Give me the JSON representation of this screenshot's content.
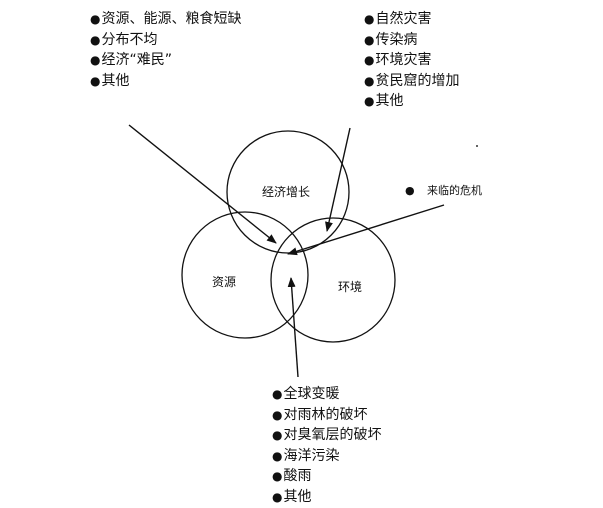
{
  "lists": {
    "top_left": [
      "资源、能源、粮食短缺",
      "分布不均",
      "经济“难民”",
      "其他"
    ],
    "top_right": [
      "自然灾害",
      "传染病",
      "环境灾害",
      "贫民窟的增加",
      "其他"
    ],
    "bottom": [
      "全球变暖",
      "对雨林的破坏",
      "对臭氧层的破坏",
      "海洋污染",
      "酸雨",
      "其他"
    ]
  },
  "bullet_char": "●",
  "circles": {
    "economy": "经济增长",
    "resources": "资源",
    "environment": "环境"
  },
  "crisis": {
    "bullet": "●",
    "label": "来临的危机"
  }
}
